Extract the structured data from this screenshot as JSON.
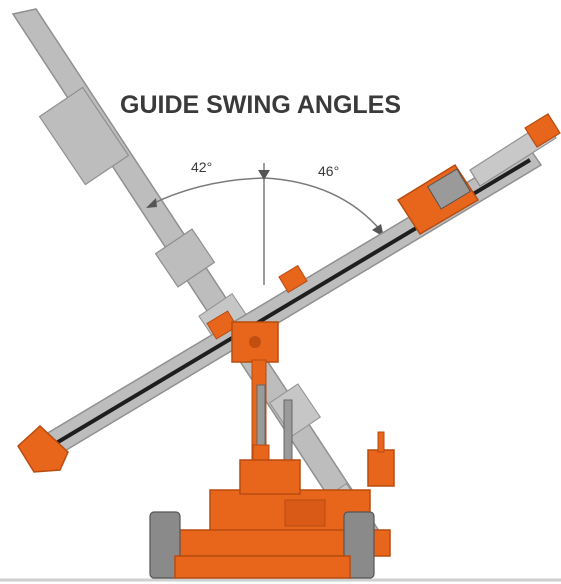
{
  "diagram": {
    "title": "GUIDE SWING ANGLES",
    "left_angle": "42°",
    "right_angle": "46°"
  },
  "colors": {
    "boom_gray": "#b9b9b9",
    "boom_edge": "#8f8f8f",
    "rig_orange": "#e8651c",
    "rig_dark": "#c24f10",
    "text": "#3a3a3a"
  }
}
